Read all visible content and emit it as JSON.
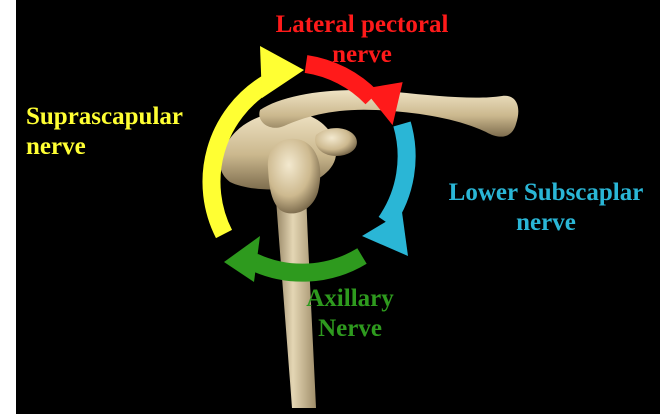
{
  "labels": {
    "lateral_pectoral": {
      "line1": "Lateral pectoral",
      "line2": "nerve",
      "color": "#ff1a1a"
    },
    "suprascapular": {
      "line1": "Suprascapular",
      "line2": "nerve",
      "color": "#ffff33"
    },
    "lower_subscapular": {
      "line1": "Lower Subscaplar",
      "line2": "nerve",
      "color": "#2ab6d6"
    },
    "axillary": {
      "line1": "Axillary",
      "line2": "Nerve",
      "color": "#2e9a1e"
    }
  },
  "colors": {
    "background": "#000000",
    "bone": "#d8c9a6",
    "bone_shadow": "#8a7a5a"
  }
}
